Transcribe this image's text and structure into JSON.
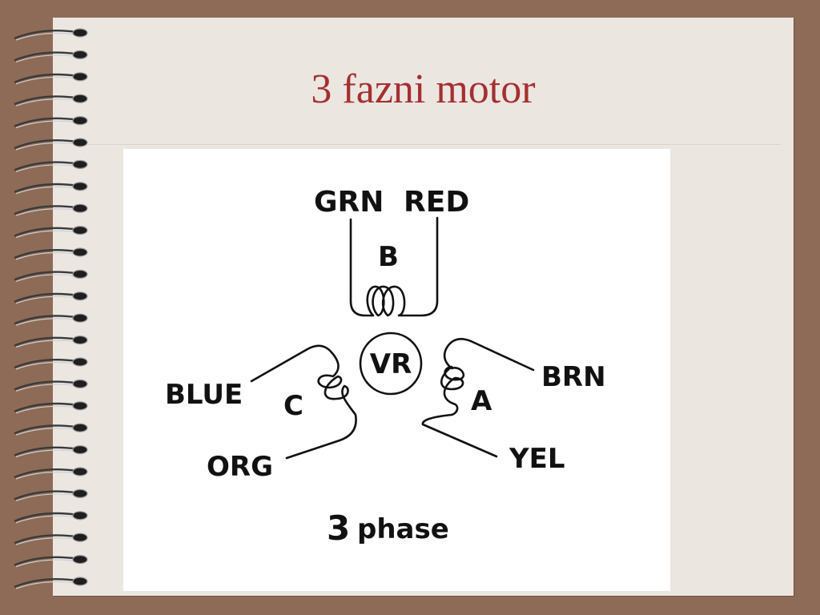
{
  "slide": {
    "title": "3 fazni motor"
  },
  "diagram": {
    "wire_labels": {
      "grn": "GRN",
      "red": "RED",
      "blue": "BLUE",
      "org": "ORG",
      "brn": "BRN",
      "yel": "YEL"
    },
    "phase_labels": {
      "a": "A",
      "b": "B",
      "c": "C"
    },
    "rotor_label": "VR",
    "caption_number": "3",
    "caption_text": "phase"
  }
}
